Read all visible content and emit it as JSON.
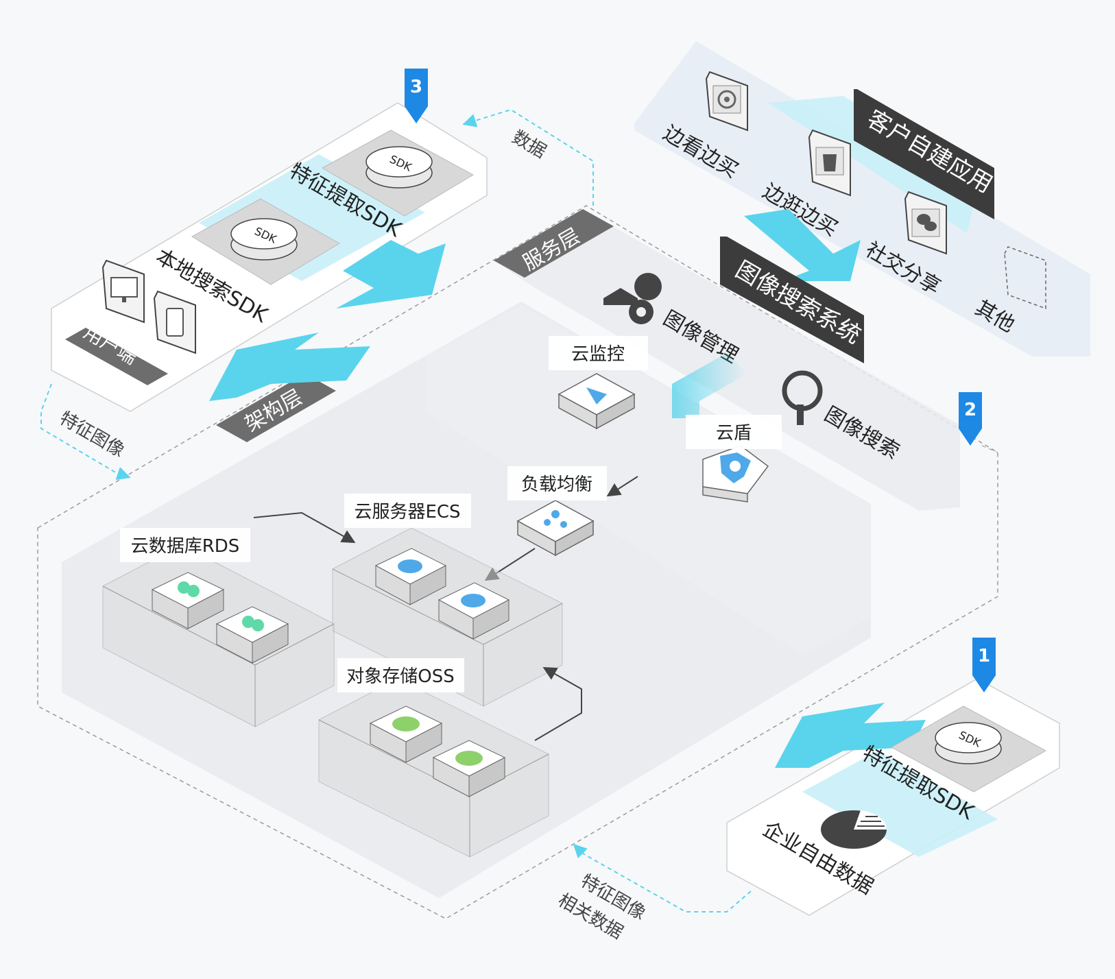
{
  "badges": {
    "b1": "1",
    "b2": "2",
    "b3": "3"
  },
  "customer": {
    "title": "客户自建应用",
    "apps": [
      "边看边买",
      "边逛边买",
      "社交分享",
      "其他"
    ]
  },
  "system": {
    "title": "图像搜索系统",
    "service_layer": "服务层",
    "arch_layer": "架构层",
    "image_mgmt": "图像管理",
    "image_search": "图像搜索"
  },
  "client": {
    "feature_sdk": "特征提取SDK",
    "local_sdk": "本地搜索SDK",
    "user_end": "用户端",
    "sdk_label": "SDK"
  },
  "enterprise": {
    "feature_sdk": "特征提取SDK",
    "free_data": "企业自由数据",
    "sdk_label": "SDK"
  },
  "flows": {
    "data": "数据",
    "feature_image": "特征图像",
    "related_l1": "特征图像",
    "related_l2": "相关数据"
  },
  "services": {
    "monitor": "云监控",
    "shield": "云盾",
    "slb": "负载均衡",
    "ecs": "云服务器ECS",
    "rds": "云数据库RDS",
    "oss": "对象存储OSS"
  },
  "colors": {
    "accent_blue": "#1e88e5",
    "flow_cyan": "#5ad4ec",
    "light_cyan": "#c9eff8",
    "dark_label": "#3c3c3c",
    "layer_gray": "#6d6d6d",
    "rds_green": "#5fd9a8",
    "ecs_blue": "#4fa9e8",
    "oss_green": "#8ed06a"
  }
}
